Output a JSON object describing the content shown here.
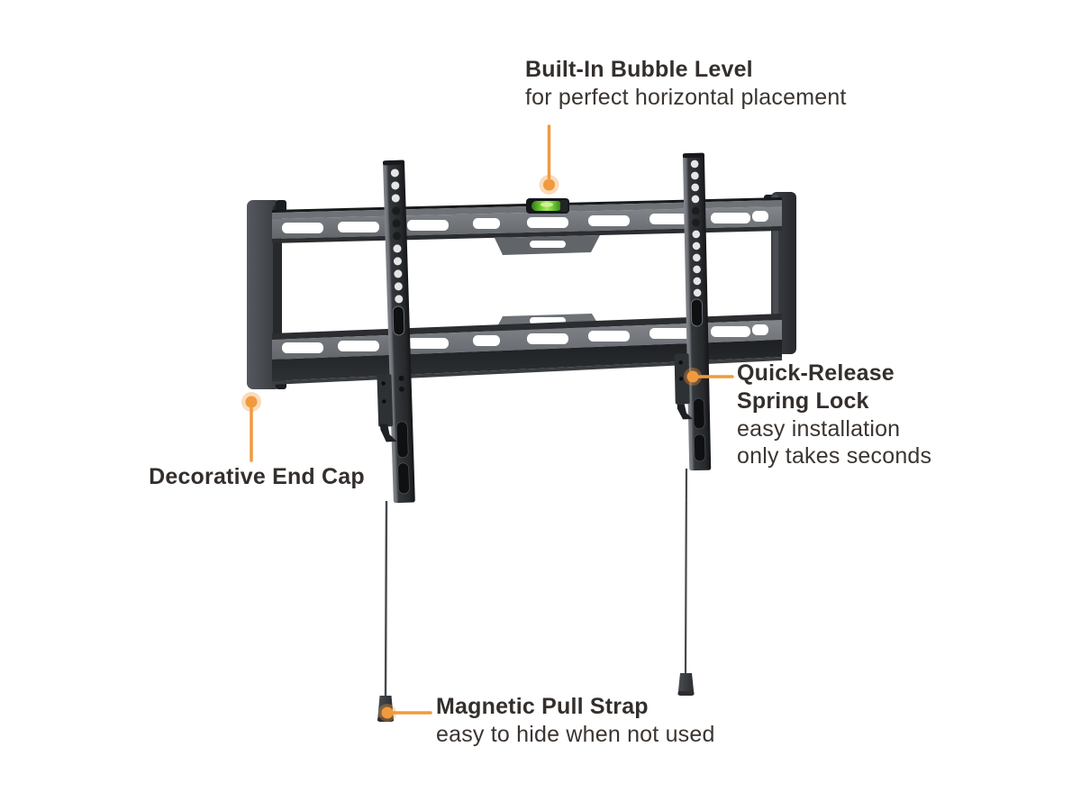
{
  "callouts": {
    "bubble_level": {
      "title": "Built-In Bubble Level",
      "subtitle": "for perfect horizontal placement"
    },
    "end_cap": {
      "title": "Decorative End Cap"
    },
    "spring_lock": {
      "title_line1": "Quick-Release",
      "title_line2": "Spring Lock",
      "subtitle_line1": "easy installation",
      "subtitle_line2": "only takes seconds"
    },
    "pull_strap": {
      "title": "Magnetic Pull Strap",
      "subtitle": "easy to hide when not used"
    }
  },
  "colors": {
    "accent_orange": "#F09A3E",
    "accent_halo": "rgba(240,154,62,0.35)",
    "text_dark": "#342F2C",
    "metal_dark": "#26282B",
    "metal_mid": "#3E4247",
    "metal_light": "#7A7E83",
    "level_green": "#6FCC33",
    "background": "#FFFFFF"
  },
  "icons": {
    "pointer_dot": "orange-circle-marker",
    "pointer_line": "orange-leader-line"
  }
}
